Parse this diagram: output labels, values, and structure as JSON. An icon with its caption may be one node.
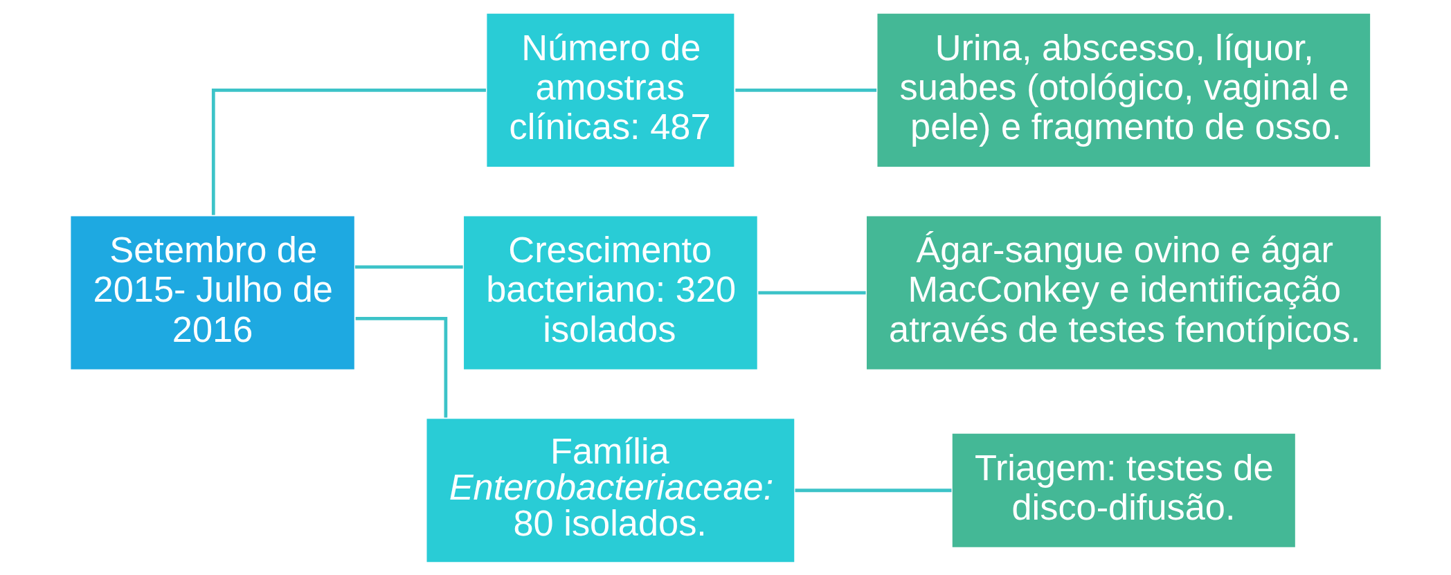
{
  "diagram": {
    "nodes": [
      {
        "text": [
          "Setembro de 2015- Julho de 2016"
        ]
      },
      {
        "text": [
          "Número de amostras clínicas: 487"
        ]
      },
      {
        "text": [
          "Crescimento bacteriano: 320 isolados"
        ]
      },
      {
        "text": [
          "Família *Enterobacteriaceae:* 80 isolados."
        ]
      },
      {
        "text": [
          "Urina, abscesso, líquor, suabes (otológico, vaginal e pele) e fragmento de osso."
        ]
      },
      {
        "text": [
          "Ágar-sangue ovino e ágar MacConkey e identificação através de testes fenotípicos."
        ]
      },
      {
        "text": [
          "Triagem: testes de disco-difusão."
        ]
      }
    ],
    "edges": [
      {
        "from": 0,
        "to": 1,
        "arrow": "none"
      },
      {
        "from": 0,
        "to": 2,
        "arrow": "none"
      },
      {
        "from": 0,
        "to": 3,
        "arrow": "none"
      },
      {
        "from": 1,
        "to": 4,
        "arrow": "none"
      },
      {
        "from": 2,
        "to": 5,
        "arrow": "none"
      },
      {
        "from": 3,
        "to": 6,
        "arrow": "none"
      }
    ]
  }
}
